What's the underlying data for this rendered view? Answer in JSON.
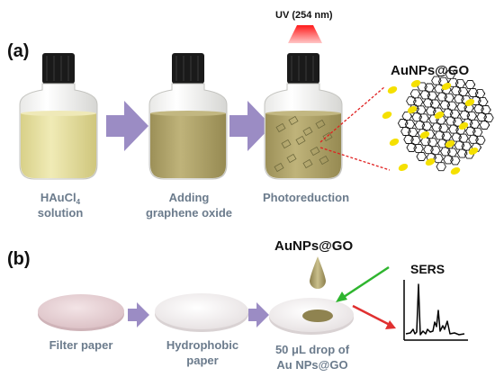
{
  "panel_a": {
    "label": "(a)",
    "uv_label": "UV (254 nm)",
    "step1_line1": "HAuCl",
    "step1_sub": "4",
    "step1_line2": "solution",
    "step2_line1": "Adding",
    "step2_line2": "graphene oxide",
    "step3": "Photoreduction",
    "inset_title": "AuNPs@GO"
  },
  "panel_b": {
    "label": "(b)",
    "drop_label": "AuNPs@GO",
    "sers_label": "SERS",
    "step1": "Filter paper",
    "step2_line1": "Hydrophobic",
    "step2_line2": "paper",
    "step3_line1": "50 μL drop of",
    "step3_line2": "Au NPs@GO"
  },
  "colors": {
    "vial_cap": "#1a1a1a",
    "solution_yellow": "#e3dc97",
    "solution_go": "#a89c5f",
    "process_arrow": "#9b8cc4",
    "uv_red": "#ff2020",
    "au_dot": "#f5e000",
    "incident_arrow": "#2fb52f",
    "scatter_arrow": "#e03030",
    "caption_text": "#6b7b8c"
  }
}
